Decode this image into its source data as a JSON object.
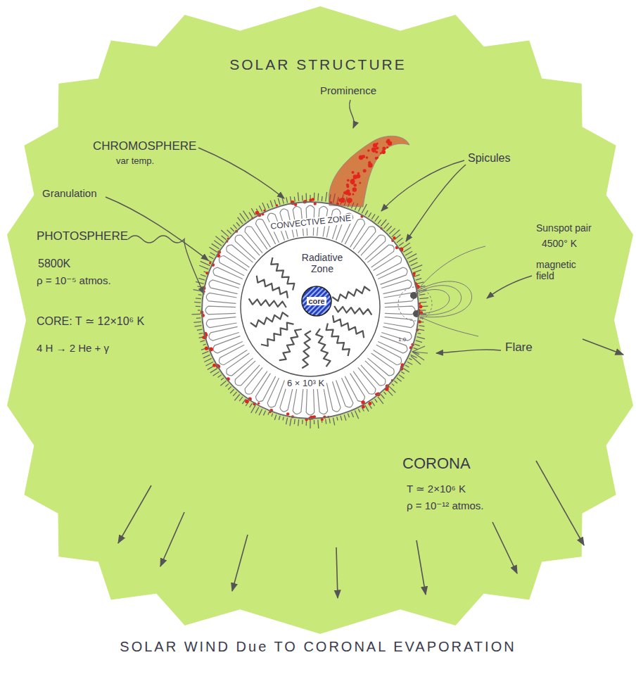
{
  "diagram": {
    "title": "SOLAR STRUCTURE",
    "nodes": [
      {
        "text": [
          "CORONA",
          "T ≃ 2×10⁶ K",
          "ρ = 10⁻¹² atmos."
        ]
      },
      {
        "text": [
          "CONVECTIVE ZONE",
          "6 × 10³ K"
        ],
        "in": 0
      },
      {
        "text": [
          "Radiative Zone"
        ],
        "in": 1
      },
      {
        "text": [
          "core"
        ],
        "in": 2
      }
    ],
    "labels": [
      "Prominence",
      "CHROMOSPHERE",
      "var temp.",
      "Spicules",
      "Granulation",
      "PHOTOSPHERE",
      "Sunspot pair",
      "4500° K",
      "5800K",
      "ρ = 10⁻⁵ atmos.",
      "magnetic field",
      "Flare",
      "1.0",
      "CORE: T ≃ 12×10⁶ K",
      "4 H → 2 He + γ",
      "SOLAR WIND Due TO CORONAL EVAPORATION"
    ]
  }
}
